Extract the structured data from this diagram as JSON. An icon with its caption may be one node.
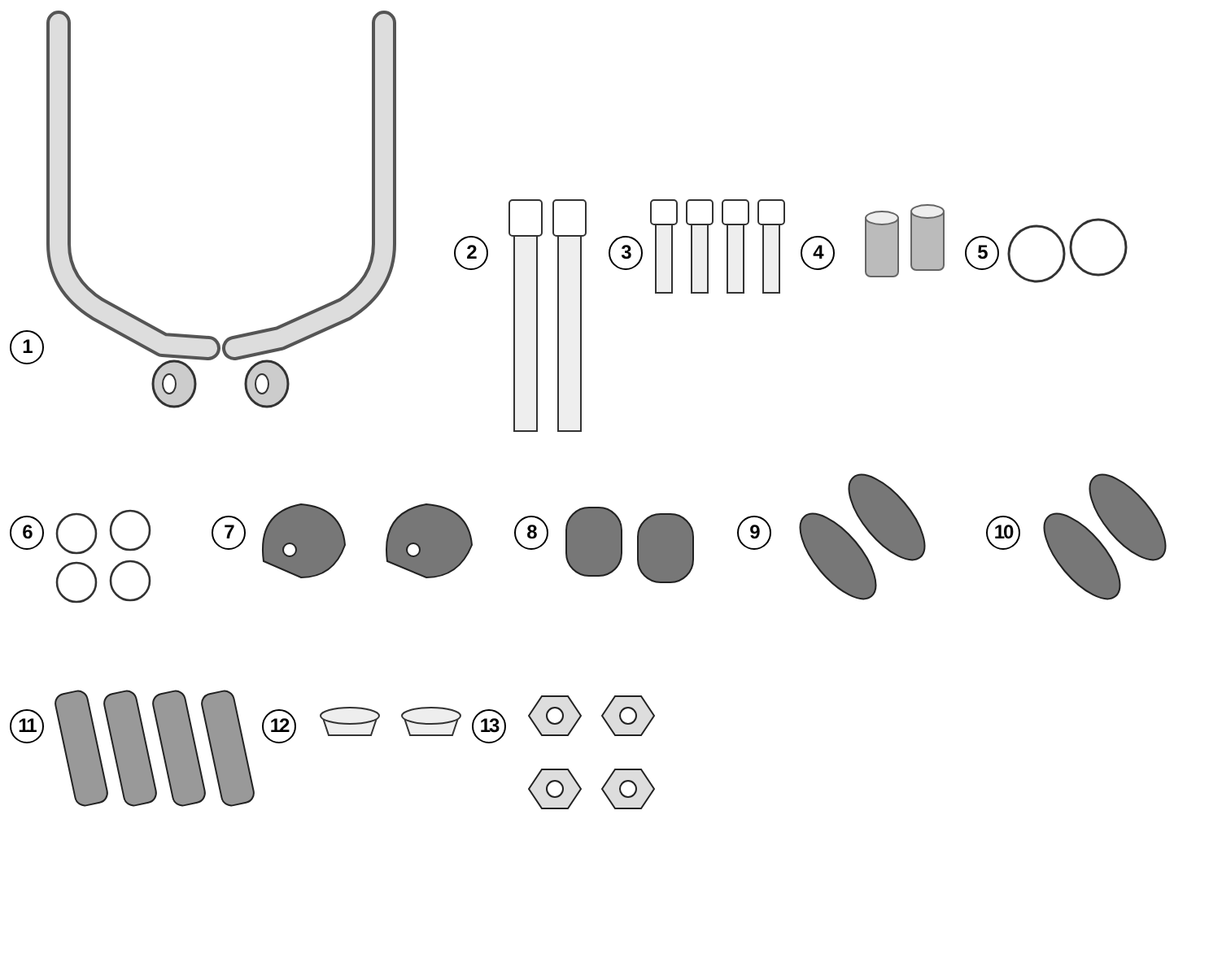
{
  "diagram": {
    "labels": [
      "1",
      "2",
      "3",
      "4",
      "5",
      "6",
      "7",
      "8",
      "9",
      "10",
      "11",
      "12",
      "13"
    ]
  }
}
